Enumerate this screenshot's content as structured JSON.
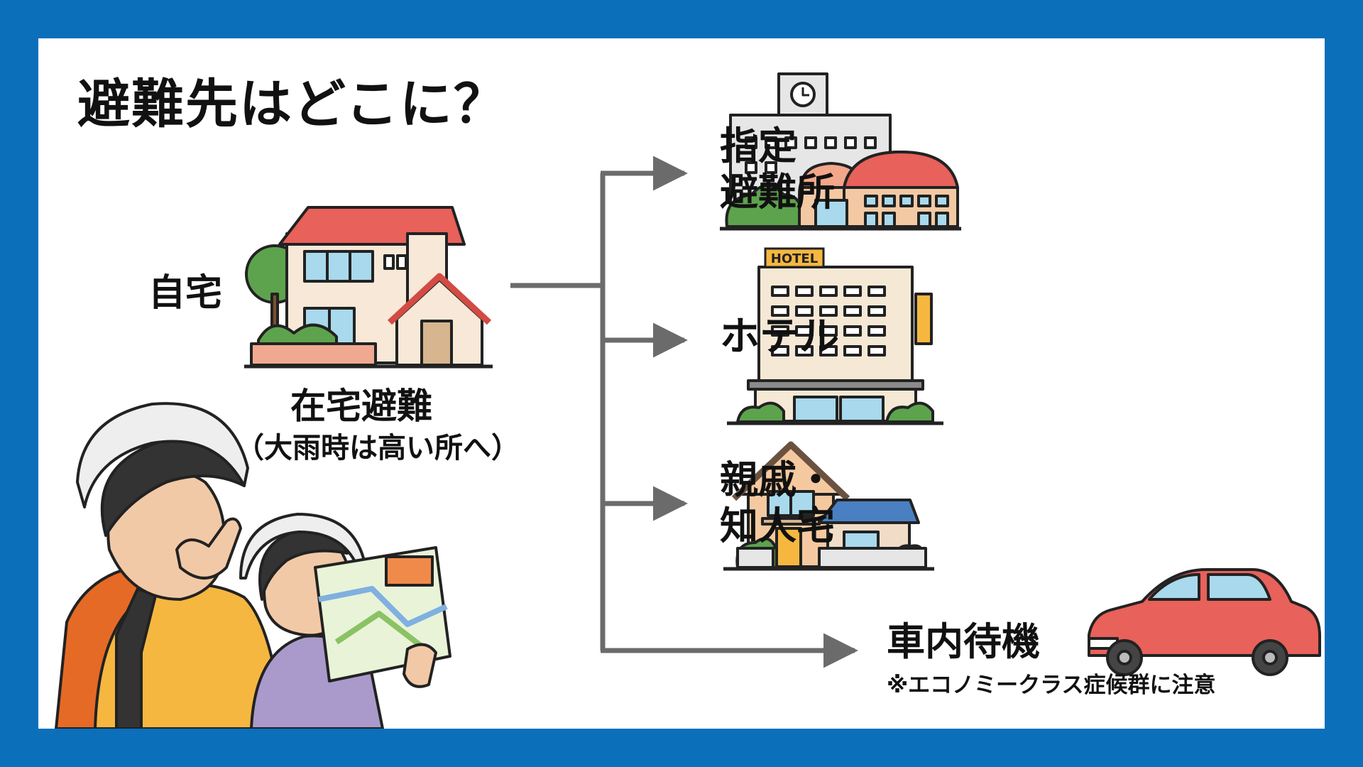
{
  "title": "避難先はどこに？",
  "origin": {
    "label": "自宅",
    "caption": "在宅避難",
    "note": "（大雨時は高い所へ）"
  },
  "destinations": {
    "shelter": {
      "line1": "指定",
      "line2": "避難所"
    },
    "hotel": {
      "label": "ホテル",
      "sign": "HOTEL"
    },
    "relatives": {
      "line1": "親戚・",
      "line2": "知人宅"
    },
    "car": {
      "label": "車内待機",
      "note": "※エコノミークラス症候群に注意"
    }
  },
  "colors": {
    "frame": "#0b6fba",
    "arrow": "#6b6b6b",
    "roof_red": "#e8615a",
    "helmet": "#eeeeee",
    "jacket_yellow": "#f5b740",
    "jacket_purple": "#a99acb"
  }
}
